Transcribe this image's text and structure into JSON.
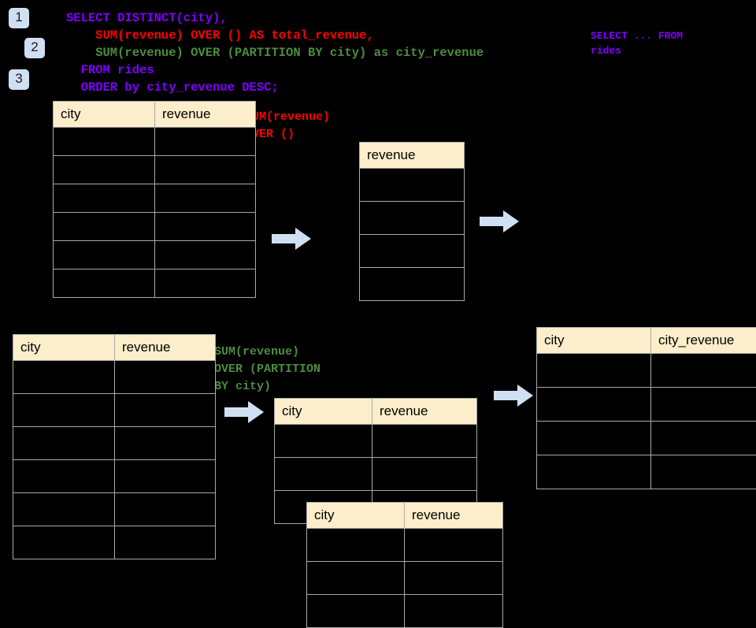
{
  "steps": [
    {
      "label": "1"
    },
    {
      "label": "2"
    },
    {
      "label": "3"
    }
  ],
  "colors": {
    "purple": "#7f00ff",
    "red": "#ff0000",
    "green": "#4c8c3f",
    "badge_bg": "#cfe0f2",
    "arrow_fill": "#cfe0f2",
    "header_bg": "#fdeecb",
    "grid": "#a9a9a9",
    "background": "#000000"
  },
  "sql": {
    "line1": "SELECT DISTINCT(city),",
    "line2": "    SUM(revenue) OVER () AS total_revenue,",
    "line3": "    SUM(revenue) OVER (PARTITION BY city) as city_revenue",
    "line4": "  FROM rides",
    "line5": "  ORDER by city_revenue DESC;"
  },
  "annotations": {
    "select_from": "SELECT ... FROM\nrides",
    "sum_over_empty": "SUM(revenue)\nOVER ()",
    "sum_over_partition": "SUM(revenue)\nOVER (PARTITION\nBY city)"
  },
  "tables": {
    "source_top": {
      "headers": [
        "city",
        "revenue"
      ],
      "row_count": 6
    },
    "revenue_only": {
      "headers": [
        "revenue"
      ],
      "row_count": 4
    },
    "source_bottom": {
      "headers": [
        "city",
        "revenue"
      ],
      "row_count": 6
    },
    "partition_a": {
      "headers": [
        "city",
        "revenue"
      ],
      "row_count": 3
    },
    "partition_b": {
      "headers": [
        "city",
        "revenue"
      ],
      "row_count": 3
    },
    "result": {
      "headers": [
        "city",
        "city_revenue"
      ],
      "row_count": 4
    }
  },
  "arrows": [
    {
      "name": "arrow-top-left"
    },
    {
      "name": "arrow-top-right"
    },
    {
      "name": "arrow-bottom-left"
    },
    {
      "name": "arrow-bottom-right"
    }
  ]
}
